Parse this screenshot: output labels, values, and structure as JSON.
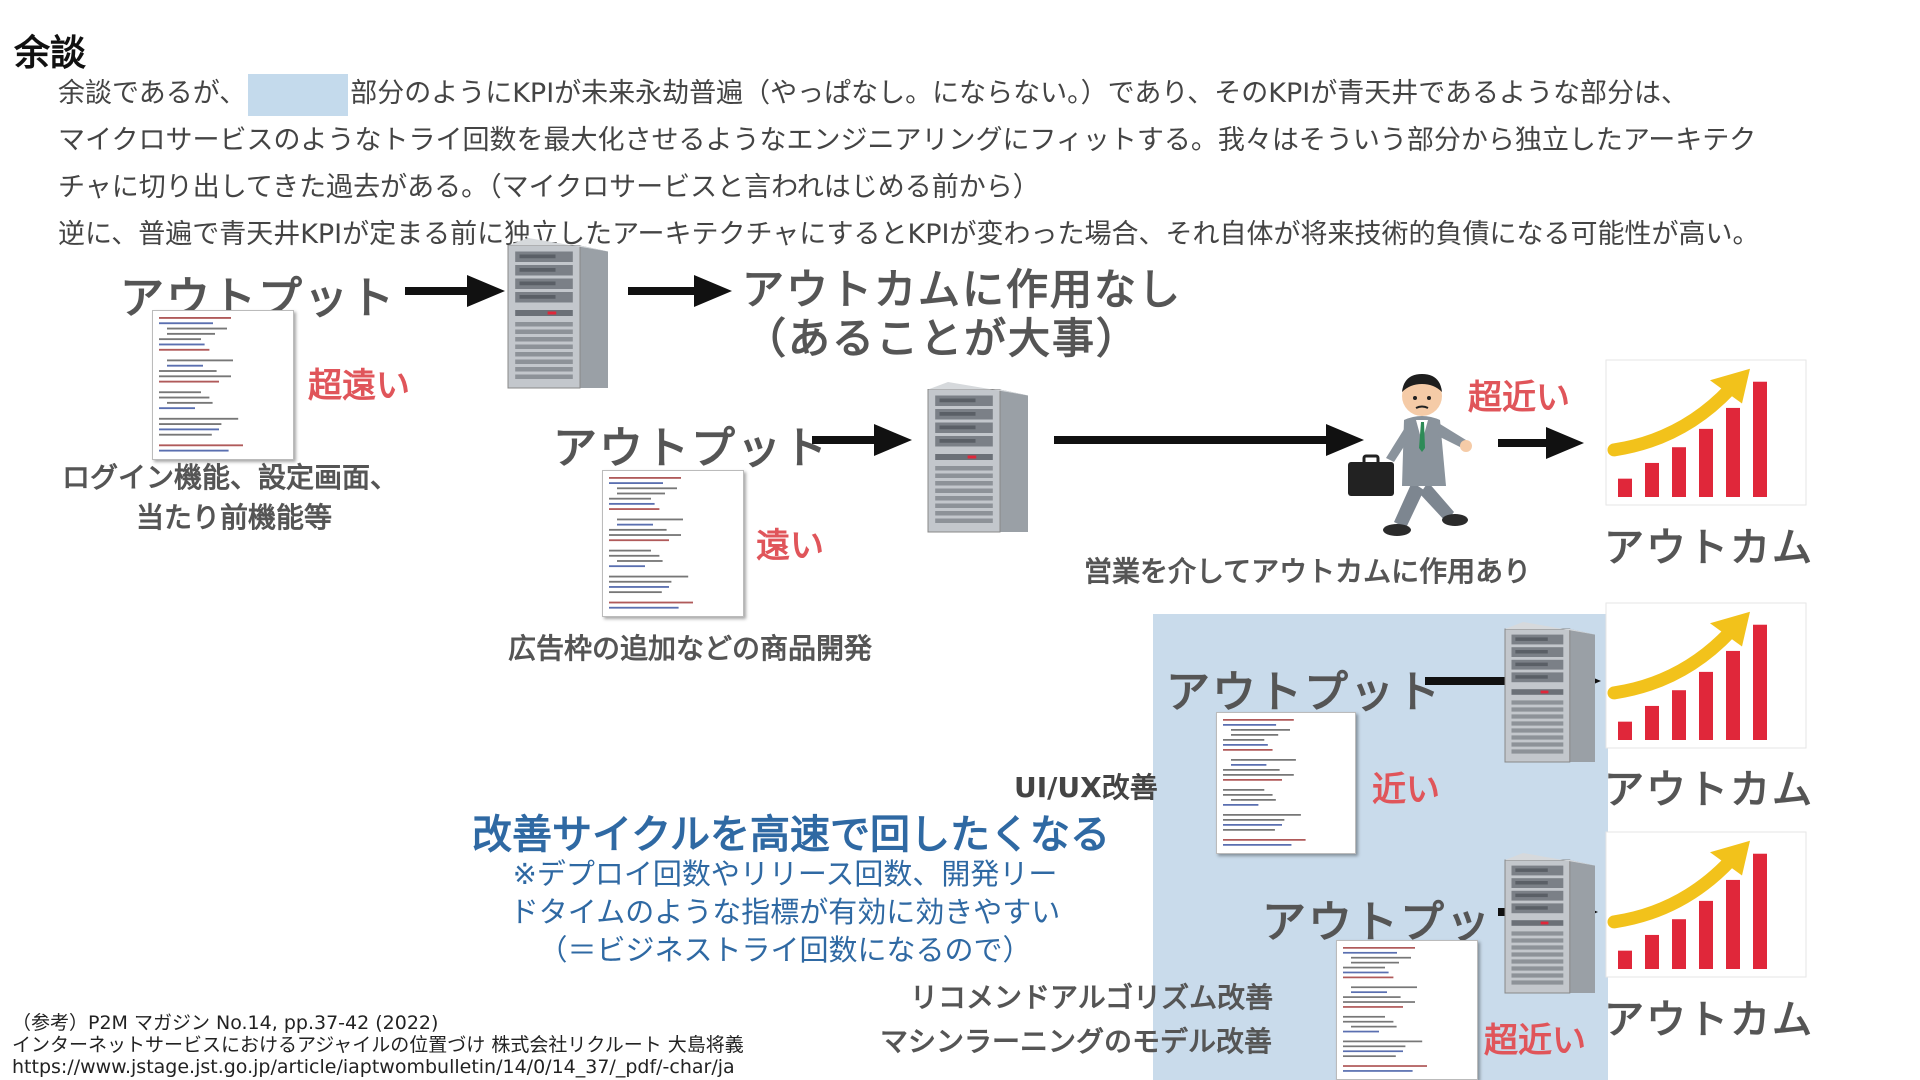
{
  "heading": "余談",
  "paragraph": {
    "line1_before": "余談であるが、",
    "line1_after": "部分のようにKPIが未来永劫普遍（やっぱなし。にならない。）であり、そのKPIが青天井であるような部分は、",
    "line2": "マイクロサービスのようなトライ回数を最大化させるようなエンジニアリングにフィットする。我々はそういう部分から独立したアーキテク",
    "line3": "チャに切り出してきた過去がある。（マイクロサービスと言われはじめる前から）",
    "line4": "逆に、普遍で青天井KPIが定まる前に独立したアーキテクチャにするとKPIが変わった場合、それ自体が将来技術的負債になる可能性が高い。"
  },
  "diagram": {
    "row1": {
      "output": "アウトプット",
      "result_line1": "アウトカムに作用なし",
      "result_line2": "（あることが大事）",
      "distance": "超遠い",
      "caption_line1": "ログイン機能、設定画面、",
      "caption_line2": "当たり前機能等"
    },
    "row2": {
      "output": "アウトプット",
      "distance": "遠い",
      "caption": "広告枠の追加などの商品開発",
      "via": "営業を介してアウトカムに作用あり",
      "near": "超近い",
      "outcome": "アウトカム"
    },
    "row3": {
      "output": "アウトプット",
      "label": "UI/UX改善",
      "distance": "近い",
      "outcome": "アウトカム"
    },
    "row4": {
      "output": "アウトプット",
      "label_line1": "リコメンドアルゴリズム改善",
      "label_line2": "マシンラーニングのモデル改善",
      "distance": "超近い",
      "outcome": "アウトカム"
    },
    "cycle_title": "改善サイクルを高速で回したくなる",
    "cycle_note_line1": "※デプロイ回数やリリース回数、開発リー",
    "cycle_note_line2": "ドタイムのような指標が有効に効きやすい",
    "cycle_note_line3": "（＝ビジネストライ回数になるので）"
  },
  "reference": {
    "line1": "（参考）P2M マガジン No.14, pp.37-42 (2022)",
    "line2": "インターネットサービスにおけるアジャイルの位置づけ 株式会社リクルート 大島将義",
    "line3": "https://www.jstage.jst.go.jp/article/iaptwombulletin/14/0/14_37/_pdf/-char/ja"
  },
  "colors": {
    "highlight": "#c4daec",
    "bluebox": "#c9dbeb",
    "red_text": "#e0555a",
    "blue_text": "#2f69a3",
    "bar_red": "#e0273a",
    "arrow_yellow": "#f2c21b"
  },
  "icons": [
    "server-icon",
    "code-document-icon",
    "businessman-icon",
    "growth-chart-icon",
    "right-arrow-icon"
  ]
}
